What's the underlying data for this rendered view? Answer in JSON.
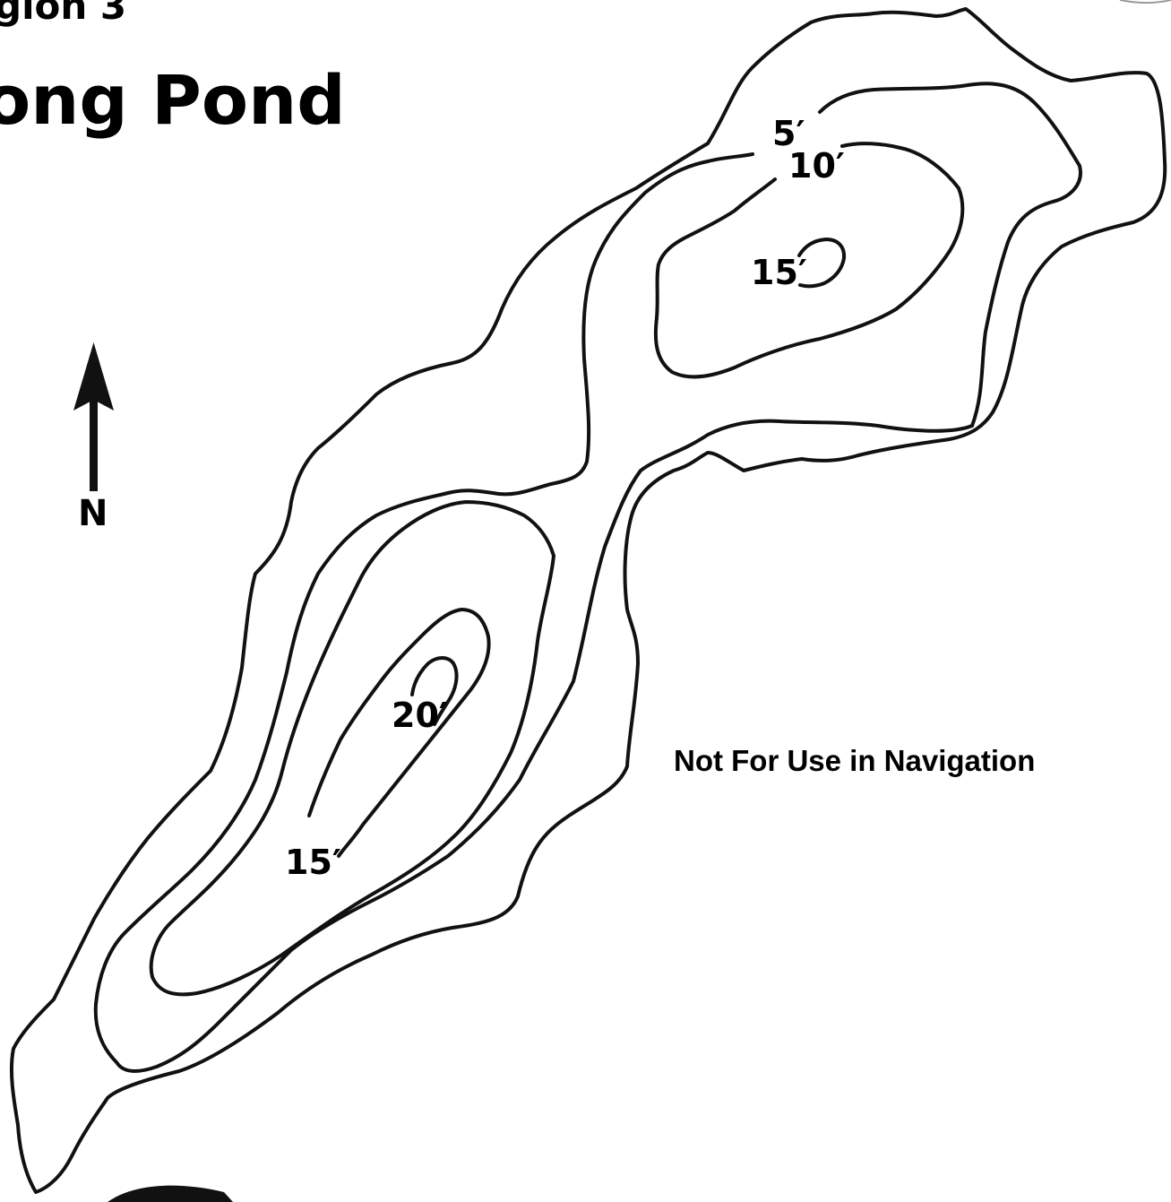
{
  "header": {
    "region": "gion 3",
    "pond_name": "ong Pond"
  },
  "compass": {
    "letter": "N",
    "icon": "north-arrow-icon"
  },
  "depth_labels": {
    "north_5": "5′",
    "north_10": "10′",
    "north_15": "15′",
    "south_20": "20′",
    "south_15": "15′"
  },
  "disclaimer": "Not For Use in Navigation",
  "colors": {
    "ink": "#111111",
    "background": "#ffffff"
  }
}
